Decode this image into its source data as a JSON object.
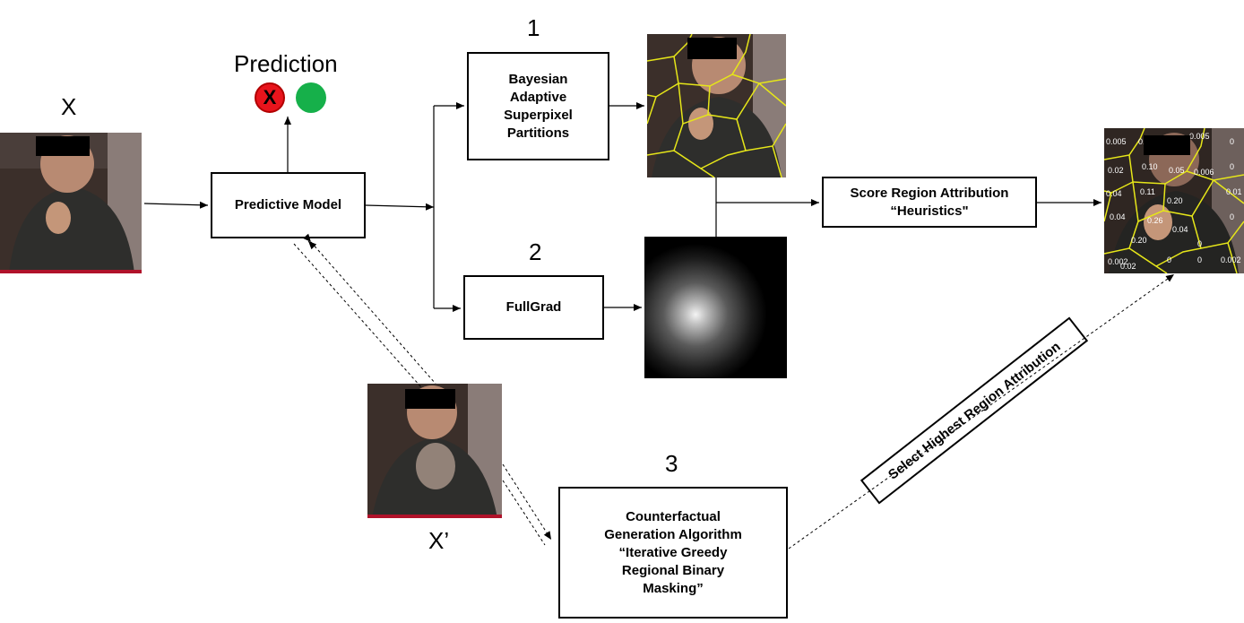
{
  "labels": {
    "x_input": "X",
    "x_prime": "X’",
    "prediction": "Prediction",
    "prediction_wrong_mark": "X"
  },
  "steps": {
    "step1": "1",
    "step2": "2",
    "step3": "3"
  },
  "boxes": {
    "predictive_model": "Predictive Model",
    "bayesian": "Bayesian\nAdaptive\nSuperpixel\nPartitions",
    "fullgrad": "FullGrad",
    "score_region": "Score Region Attribution\n“Heuristics\"",
    "counterfactual": "Counterfactual\nGeneration Algorithm\n“Iterative Greedy\nRegional Binary\nMasking”",
    "select_highest": "Select Highest Region Attribution"
  },
  "region_scores": [
    "0.005",
    "0.03",
    "0.005",
    "0",
    "0.02",
    "0.10",
    "0.05",
    "0.006",
    "0",
    "0.04",
    "0.11",
    "0.20",
    "0.01",
    "0.04",
    "0.26",
    "0",
    "0.20",
    "0.04",
    "0",
    "0.002",
    "0.02",
    "0",
    "0",
    "0.002"
  ],
  "colors": {
    "prediction_wrong": "#e8141c",
    "prediction_right": "#16b04a",
    "superpixel_lines": "#e6e619",
    "arrow": "#000000"
  }
}
